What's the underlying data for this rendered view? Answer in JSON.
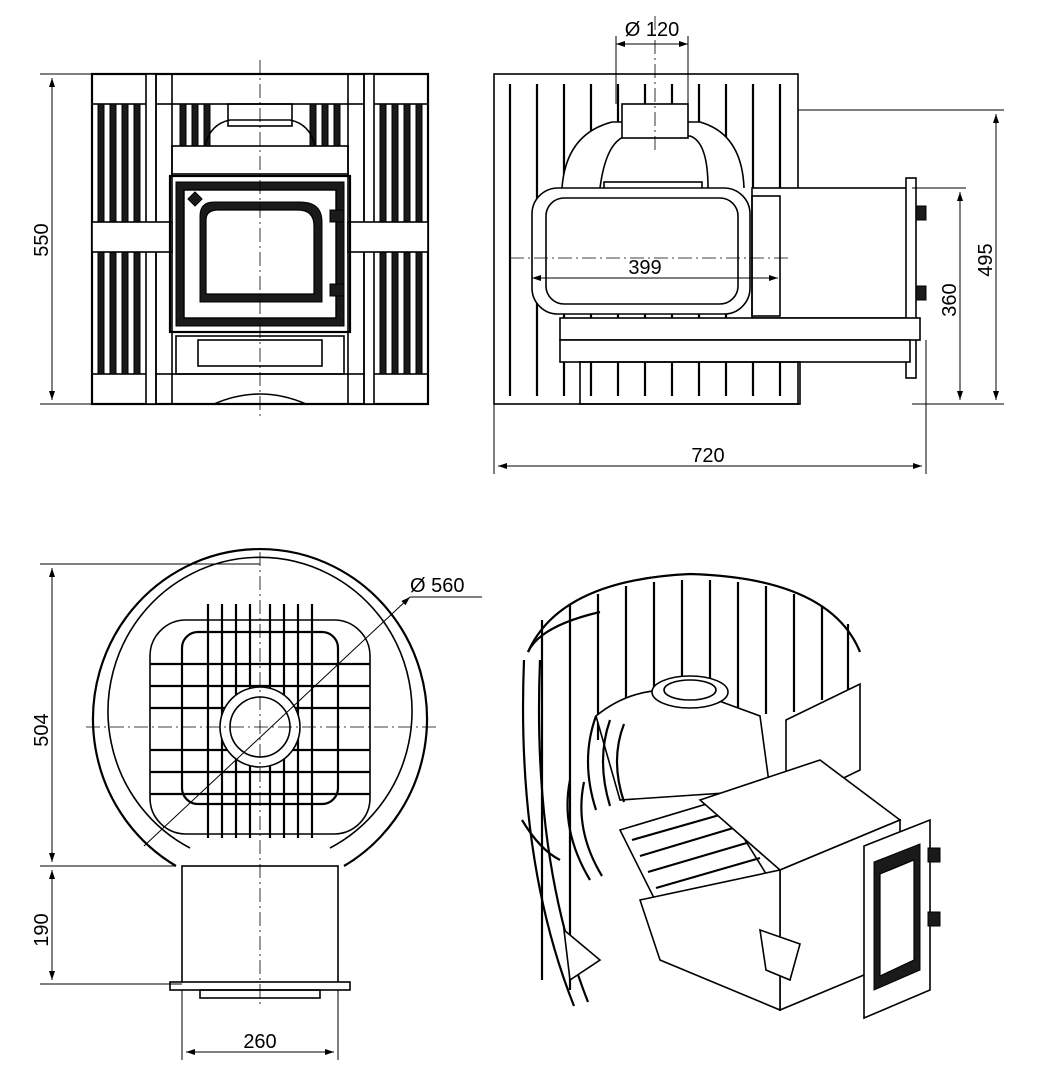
{
  "drawing": {
    "front_view": {
      "height_label": "550"
    },
    "side_view": {
      "flue_label": "Ø 120",
      "firebox_label": "399",
      "door_height_label": "360",
      "total_height_label": "495",
      "length_label": "720"
    },
    "top_view": {
      "diameter_label": "Ø 560",
      "depth_label": "504",
      "tunnel_label": "190",
      "tunnel_width_label": "260"
    }
  }
}
